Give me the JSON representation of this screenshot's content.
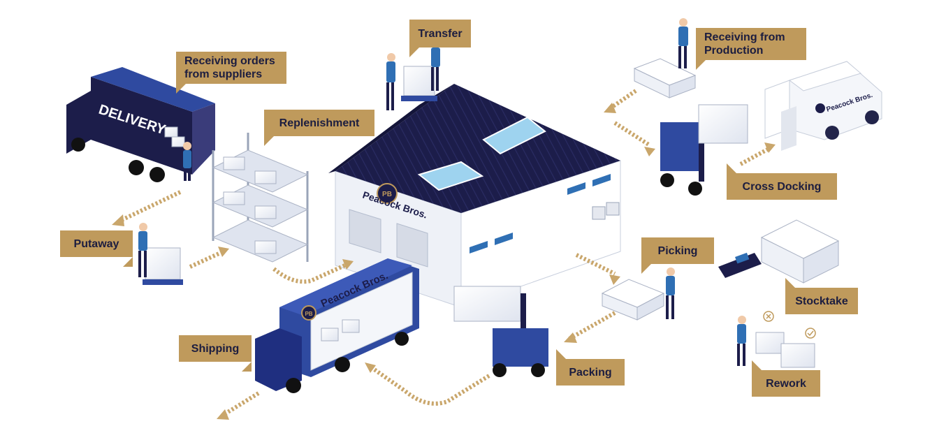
{
  "labels": {
    "receiving_orders": "Receiving orders\nfrom suppliers",
    "transfer": "Transfer",
    "receiving_production": "Receiving from\nProduction",
    "replenishment": "Replenishment",
    "cross_docking": "Cross Docking",
    "putaway": "Putaway",
    "picking": "Picking",
    "stocktake": "Stocktake",
    "shipping": "Shipping",
    "packing": "Packing",
    "rework": "Rework"
  },
  "branding": {
    "delivery": "DELIVERY",
    "company": "Peacock",
    "company_suffix": "Bros.",
    "monogram": "PB"
  },
  "colors": {
    "label_bg": "#bf9a5c",
    "label_text": "#1c1d3f",
    "navy": "#1c1d4a",
    "truck_blue": "#2f4aa0",
    "arrow": "#c9a66b"
  }
}
